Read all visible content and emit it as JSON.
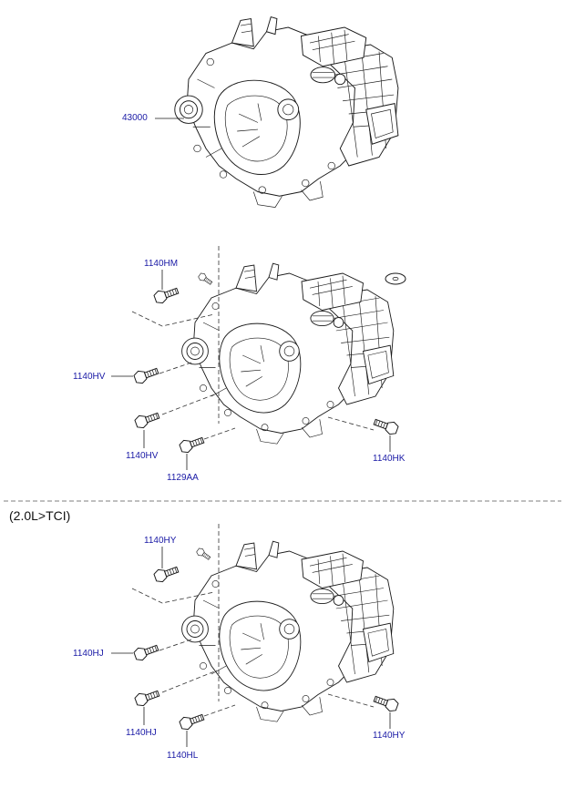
{
  "variant_label": "(2.0L>TCI)",
  "assemblies": [
    {
      "labels": [
        "43000"
      ]
    },
    {
      "labels": [
        "1140HM",
        "1140HV",
        "1140HV",
        "1129AA",
        "1140HK"
      ]
    },
    {
      "labels": [
        "1140HY",
        "1140HJ",
        "1140HJ",
        "1140HL",
        "1140HY"
      ]
    }
  ],
  "colors": {
    "label": "#1a1aa6",
    "line": "#1a1a1a"
  }
}
